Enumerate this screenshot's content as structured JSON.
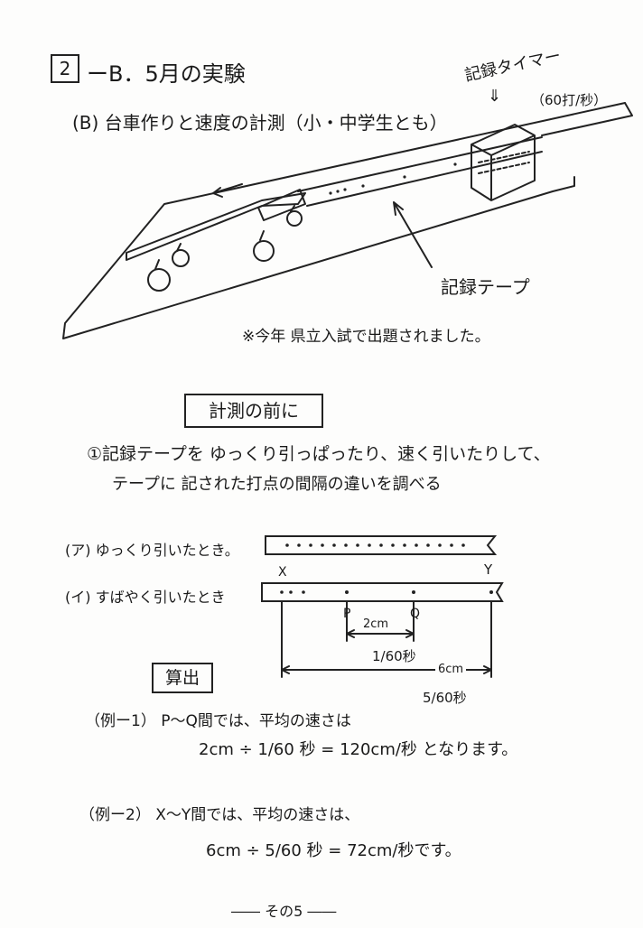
{
  "header": {
    "section_number": "2",
    "title": "ーB．5月の実験",
    "subtitle": "(B) 台車作りと速度の計測（小・中学生とも）"
  },
  "diagram": {
    "timer_label": "記録タイマー",
    "timer_arrow": "⇓",
    "timer_rate": "（60打/秒）",
    "direction_arrow": "←",
    "tape_label": "記録テープ",
    "note": "※今年 県立入試で出題されました。"
  },
  "before_measuring": {
    "heading": "計測の前に",
    "item_1_line_1": "①記録テープを ゆっくり引っぱったり、速く引いたりして、",
    "item_1_line_2": "テープに 記された打点の間隔の違いを調べる"
  },
  "tapes": {
    "slow_label": "(ア) ゆっくり引いたとき。",
    "fast_label": "(イ) すばやく引いたとき",
    "point_x": "X",
    "point_y": "Y",
    "point_p": "P",
    "point_q": "Q",
    "pq_distance": "2cm",
    "pq_time": "1/60秒",
    "xy_distance": "6cm",
    "xy_time": "5/60秒"
  },
  "calculation": {
    "heading": "算出",
    "example_1_label": "（例ー1） P〜Q間では、平均の速さは",
    "example_1_formula": "2cm ÷ 1/60 秒 = 120cm/秒 となります。",
    "example_2_label": "（例ー2） X〜Y間では、平均の速さは、",
    "example_2_formula": "6cm ÷ 5/60 秒 = 72cm/秒です。"
  },
  "footer": {
    "page_label": "―― その5 ――"
  }
}
